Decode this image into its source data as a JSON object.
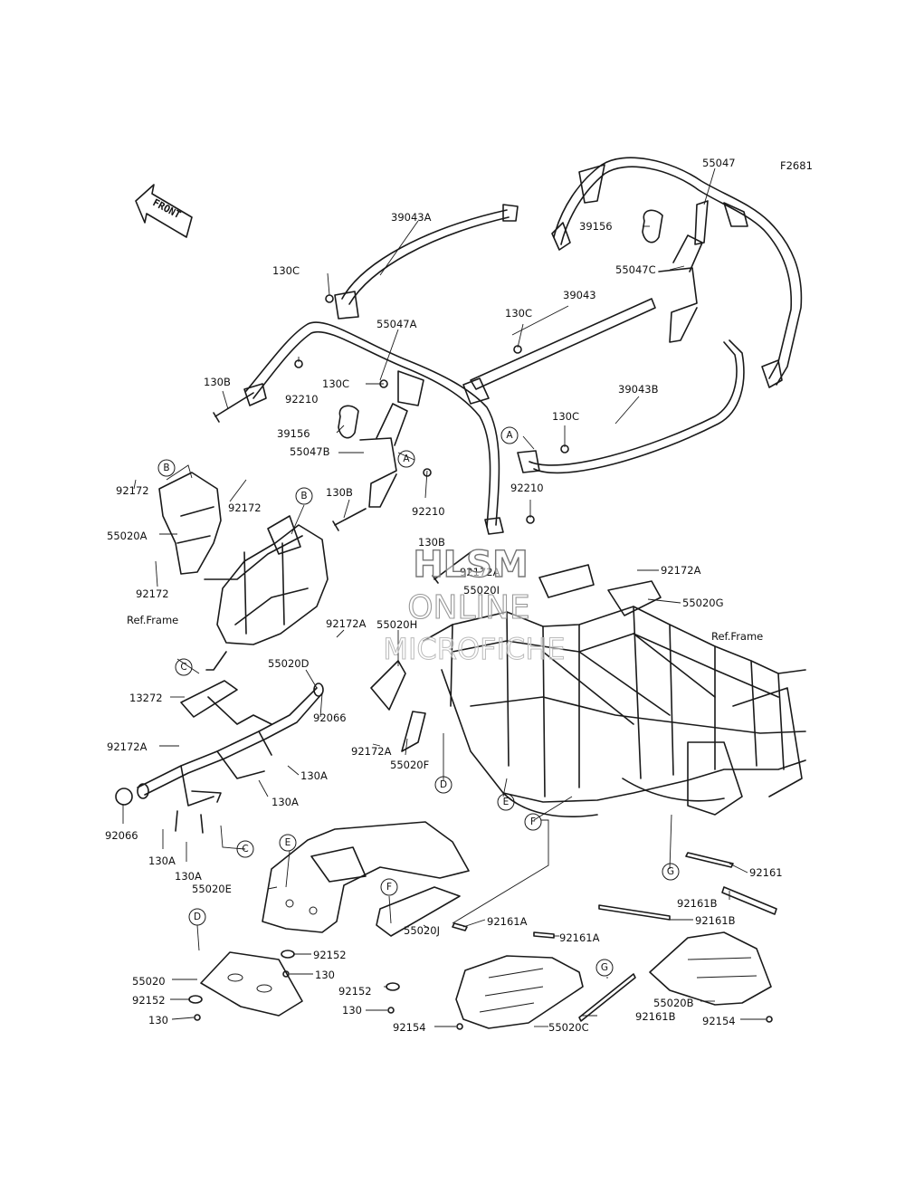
{
  "figure_code": "F2681",
  "front_label": "FRONT",
  "ref_frame_label": "Ref.Frame",
  "watermark": [
    "HLSM",
    "ONLINE",
    "MICROFICHE"
  ],
  "callouts": [
    "A",
    "B",
    "C",
    "D",
    "E",
    "F",
    "G"
  ],
  "parts": {
    "p55047": "55047",
    "p39043A": "39043A",
    "p39156_r": "39156",
    "p55047C": "55047C",
    "p39043": "39043",
    "p130C_1": "130C",
    "p130C_2": "130C",
    "p130C_3": "130C",
    "p130C_4": "130C",
    "p55047A": "55047A",
    "p39043B": "39043B",
    "p130B_1": "130B",
    "p130B_2": "130B",
    "p130B_3": "130B",
    "p92210_1": "92210",
    "p92210_2": "92210",
    "p92210_3": "92210",
    "p39156_l": "39156",
    "p55047B": "55047B",
    "p92172_1": "92172",
    "p92172_2": "92172",
    "p92172_3": "92172",
    "p55020A": "55020A",
    "p92172A_1": "92172A",
    "p92172A_2": "92172A",
    "p92172A_3": "92172A",
    "p92172A_4": "92172A",
    "p92172A_5": "92172A",
    "p55020I": "55020I",
    "p55020G": "55020G",
    "p55020H": "55020H",
    "p13272": "13272",
    "p55020D": "55020D",
    "p92066_1": "92066",
    "p92066_2": "92066",
    "p55020F": "55020F",
    "p130A_1": "130A",
    "p130A_2": "130A",
    "p130A_3": "130A",
    "p130A_4": "130A",
    "p92161": "92161",
    "p92161B_1": "92161B",
    "p92161B_2": "92161B",
    "p92161B_3": "92161B",
    "p92161A_1": "92161A",
    "p92161A_2": "92161A",
    "p55020E": "55020E",
    "p55020J": "55020J",
    "p92152_1": "92152",
    "p92152_2": "92152",
    "p92152_3": "92152",
    "p130_1": "130",
    "p130_2": "130",
    "p130_3": "130",
    "p55020": "55020",
    "p92154_1": "92154",
    "p92154_2": "92154",
    "p55020C": "55020C",
    "p55020B": "55020B"
  }
}
